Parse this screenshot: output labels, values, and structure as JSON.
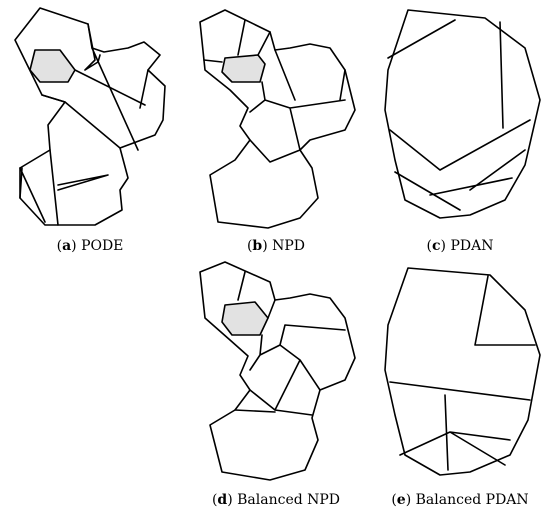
{
  "panels": [
    {
      "id": "a",
      "letter": "a",
      "label": "PODE"
    },
    {
      "id": "b",
      "letter": "b",
      "label": "NPD"
    },
    {
      "id": "c",
      "letter": "c",
      "label": "PDAN"
    },
    {
      "id": "d",
      "letter": "d",
      "label": "Balanced NPD"
    },
    {
      "id": "e",
      "letter": "e",
      "label": "Balanced PDAN"
    }
  ],
  "colors": {
    "stroke": "#000000",
    "highlight": "#e2e2e2"
  }
}
